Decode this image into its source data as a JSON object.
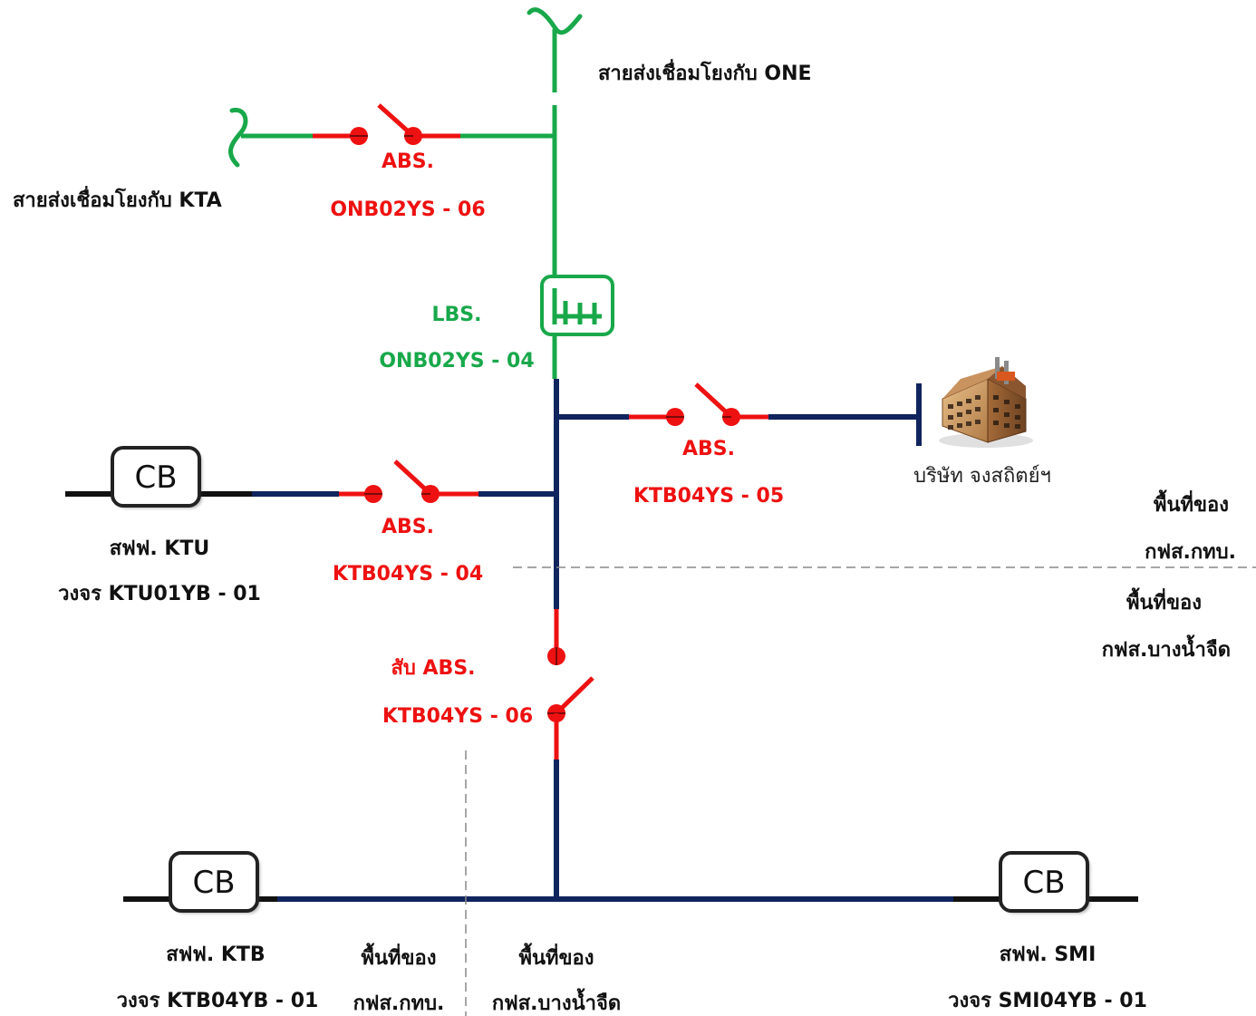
{
  "colors": {
    "blue_line": "#10245e",
    "green_line": "#18a84a",
    "red_switch": "#ee1111",
    "black_line": "#111111",
    "dashed_boundary": "#888888"
  },
  "lines": {
    "one_tie": "สายส่งเชื่อมโยงกับ ONE",
    "kta_tie": "สายส่งเชื่อมโยงกับ KTA"
  },
  "switches": {
    "abs_onb02ys_06": {
      "type": "ABS.",
      "id": "ONB02YS - 06"
    },
    "lbs_onb02ys_04": {
      "type": "LBS.",
      "id": "ONB02YS - 04"
    },
    "abs_ktb04ys_05": {
      "type": "ABS.",
      "id": "KTB04YS - 05"
    },
    "abs_ktb04ys_04": {
      "type": "ABS.",
      "id": "KTB04YS - 04"
    },
    "abs_ktb04ys_06": {
      "type": "สับ ABS.",
      "id": "KTB04YS - 06"
    }
  },
  "load": {
    "name": "บริษัท จงสถิตย์ฯ",
    "icon": "factory-icon"
  },
  "breakers": {
    "symbol": "CB",
    "ktu": {
      "station": "สฟฟ. KTU",
      "circuit": "วงจร KTU01YB - 01"
    },
    "ktb": {
      "station": "สฟฟ. KTB",
      "circuit": "วงจร KTB04YB - 01"
    },
    "smi": {
      "station": "สฟฟ. SMI",
      "circuit": "วงจร SMI04YB - 01"
    }
  },
  "areas": {
    "pea_area_label": "พื้นที่ของ",
    "pea_ktb_office": "กฟส.กทบ.",
    "pea_bnj_office": "กฟส.บางน้ำจืด"
  }
}
